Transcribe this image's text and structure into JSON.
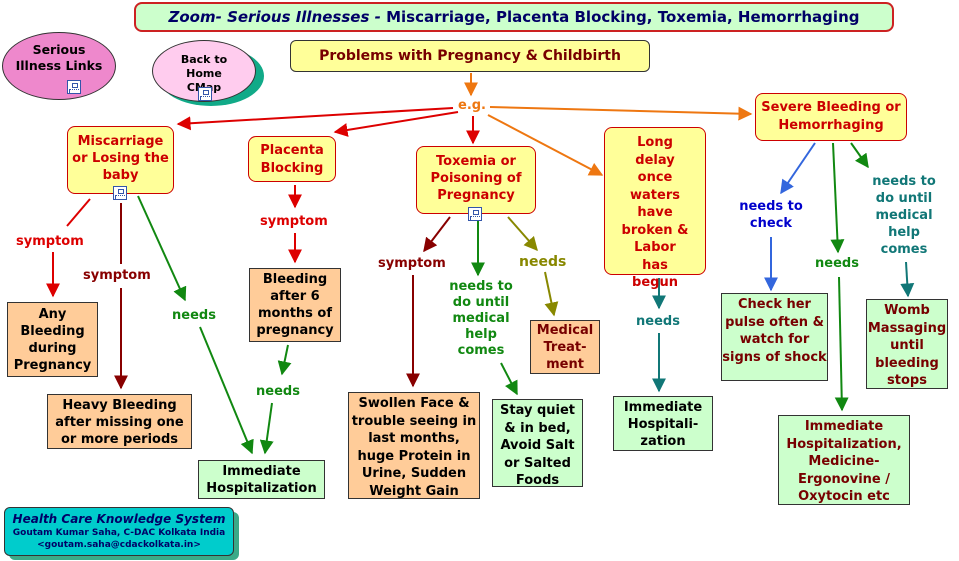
{
  "title": {
    "zoom": "Zoom- Serious Illnesses -",
    "rest": "Miscarriage, Placenta Blocking, Toxemia, Hemorrhaging"
  },
  "serious_links": "Serious Illness Links",
  "back_home": "Back to Home CMap",
  "main": "Problems with Pregnancy & Childbirth",
  "eg": "e.g.",
  "problems": {
    "miscarriage": "Miscarriage or Losing the baby",
    "placenta": "Placenta Blocking",
    "toxemia": "Toxemia or Poisoning of Pregnancy",
    "delay": "Long delay once waters have broken & Labor has begun",
    "bleeding": "Severe Bleeding or Hemorrhaging"
  },
  "links": {
    "symptom": "symptom",
    "needs": "needs",
    "needs_until": "needs to do until medical help comes",
    "needs_check": "needs to check"
  },
  "outcomes": {
    "any_bleeding": "Any Bleeding during Pregnancy",
    "heavy_bleeding": "Heavy Bleeding after missing one or more periods",
    "immediate_hosp": "Immediate Hospitalization",
    "bleeding_6m": "Bleeding after 6 months of pregnancy",
    "swollen": "Swollen Face & trouble seeing in last months, huge Protein in Urine, Sudden Weight Gain",
    "stay_quiet": "Stay quiet & in bed, Avoid Salt or Salted Foods",
    "medical_treatment": "Medical Treat-ment",
    "immediate_hosp2": "Immediate Hospitali-zation",
    "check_pulse": "Check her pulse often & watch for signs of shock",
    "hosp_medicine": "Immediate Hospitalization, Medicine-Ergonovine / Oxytocin etc",
    "womb": "Womb Massaging until bleeding stops"
  },
  "footer": {
    "title": "Health Care Knowledge System",
    "author": "Goutam Kumar Saha, C-DAC Kolkata India",
    "email": "<goutam.saha@cdackolkata.in>"
  },
  "colors": {
    "red": "#dd0000",
    "dark_red": "#880000",
    "green": "#118811",
    "olive": "#888800",
    "teal": "#117777",
    "blue": "#3366dd",
    "orange": "#ee7711"
  }
}
